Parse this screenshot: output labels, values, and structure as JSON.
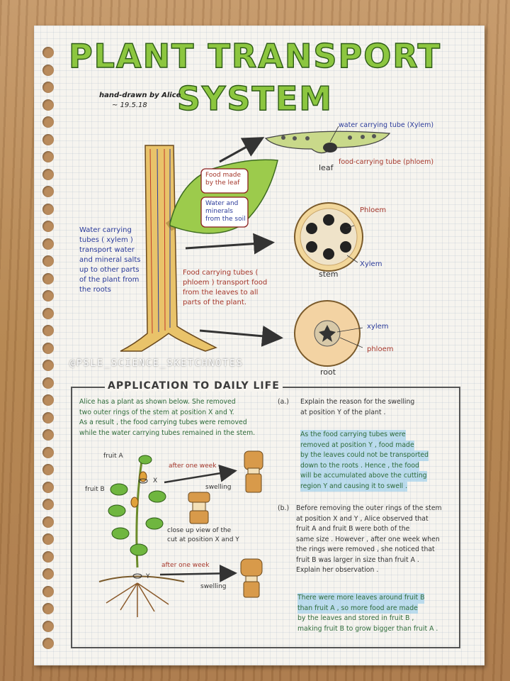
{
  "title": {
    "line1": "PLANT TRANSPORT",
    "line2": "SYSTEM"
  },
  "author": {
    "line1": "hand-drawn by Alice",
    "line2": "~ 19.5.18"
  },
  "diagram": {
    "leaf_label_food": "Food made by the leaf",
    "leaf_label_water": "Water and minerals from the soil",
    "xylem_note": "Water carrying tubes ( xylem ) transport water and mineral salts up to other parts of the plant from the roots",
    "phloem_note": "Food carrying tubes ( phloem ) transport food from the leaves to all parts of the plant.",
    "leaf_section": {
      "xylem_label": "water carrying tube (Xylem)",
      "phloem_label": "food-carrying tube (phloem)",
      "name": "leaf"
    },
    "stem_section": {
      "phloem_label": "Phloem",
      "xylem_label": "Xylem",
      "name": "stem"
    },
    "root_section": {
      "xylem_label": "xylem",
      "phloem_label": "phloem",
      "name": "root"
    }
  },
  "watermark": "@PSLE_SCIENCE_SKETCHNOTES",
  "application": {
    "heading": "APPLICATION TO DAILY LIFE",
    "intro": [
      "Alice has a plant as shown below. She removed",
      "two outer rings of the stem at position X and Y.",
      "As a result , the food carrying tubes were removed",
      "while the water carrying tubes remained in the stem."
    ],
    "fig_fruit_a": "fruit A",
    "fig_fruit_b": "fruit B",
    "fig_x": "X",
    "fig_y": "Y",
    "fig_after_week_1": "after one week",
    "fig_after_week_2": "after one week",
    "fig_swelling_1": "swelling",
    "fig_swelling_2": "swelling",
    "fig_closeup": [
      "close up view of the",
      "cut at position X and Y"
    ],
    "qa": {
      "label": "(a.)",
      "question": [
        "Explain the reason for the swelling",
        "at position Y of the plant ."
      ],
      "answer": [
        "As the food carrying tubes were",
        "removed at position Y , food made",
        "by the leaves could not be transported",
        "down to the roots . Hence , the food",
        "will be accumulated above the cutting",
        "region Y and causing it to swell ."
      ]
    },
    "qb": {
      "label": "(b.)",
      "question": [
        "Before removing the outer rings of the stem",
        "at position X and Y , Alice observed that",
        "fruit A and fruit B were both of the",
        "same size . However , after one week when",
        "the rings were removed , she noticed that",
        "fruit B was larger in size than fruit A .",
        "Explain her observation ."
      ],
      "answer": [
        "There were more leaves around fruit B",
        "than fruit A , so more food are made",
        "by the leaves and stored in fruit B ,",
        "making fruit B to grow bigger than fruit A ."
      ]
    }
  },
  "colors": {
    "title_fill": "#8cc63f",
    "title_outline": "#2d5a16",
    "xylem_blue": "#2b3b9a",
    "phloem_red": "#a5372b",
    "answer_green": "#2f6b3a",
    "highlight": "#8cc8eb"
  }
}
